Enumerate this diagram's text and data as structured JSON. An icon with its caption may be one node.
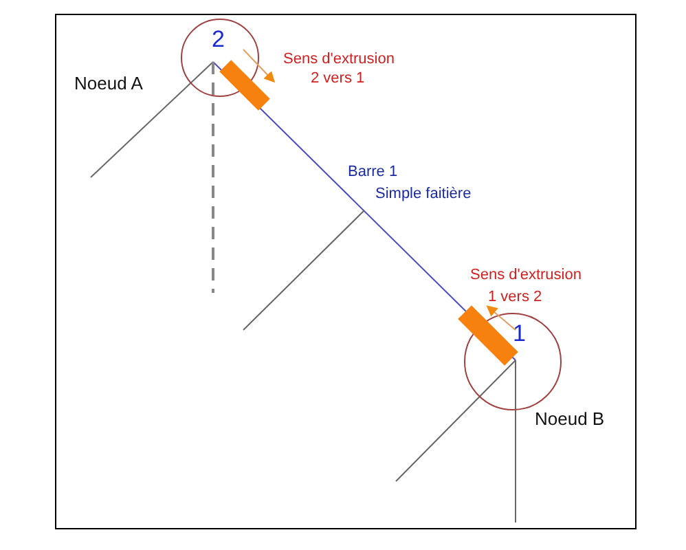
{
  "diagram": {
    "labels": [
      "2",
      "Noeud A",
      "Sens d'extrusion",
      "2 vers 1",
      "Barre 1",
      "Simple faitière",
      "Sens d'extrusion",
      "1 vers 2",
      "1",
      "Noeud B"
    ]
  }
}
